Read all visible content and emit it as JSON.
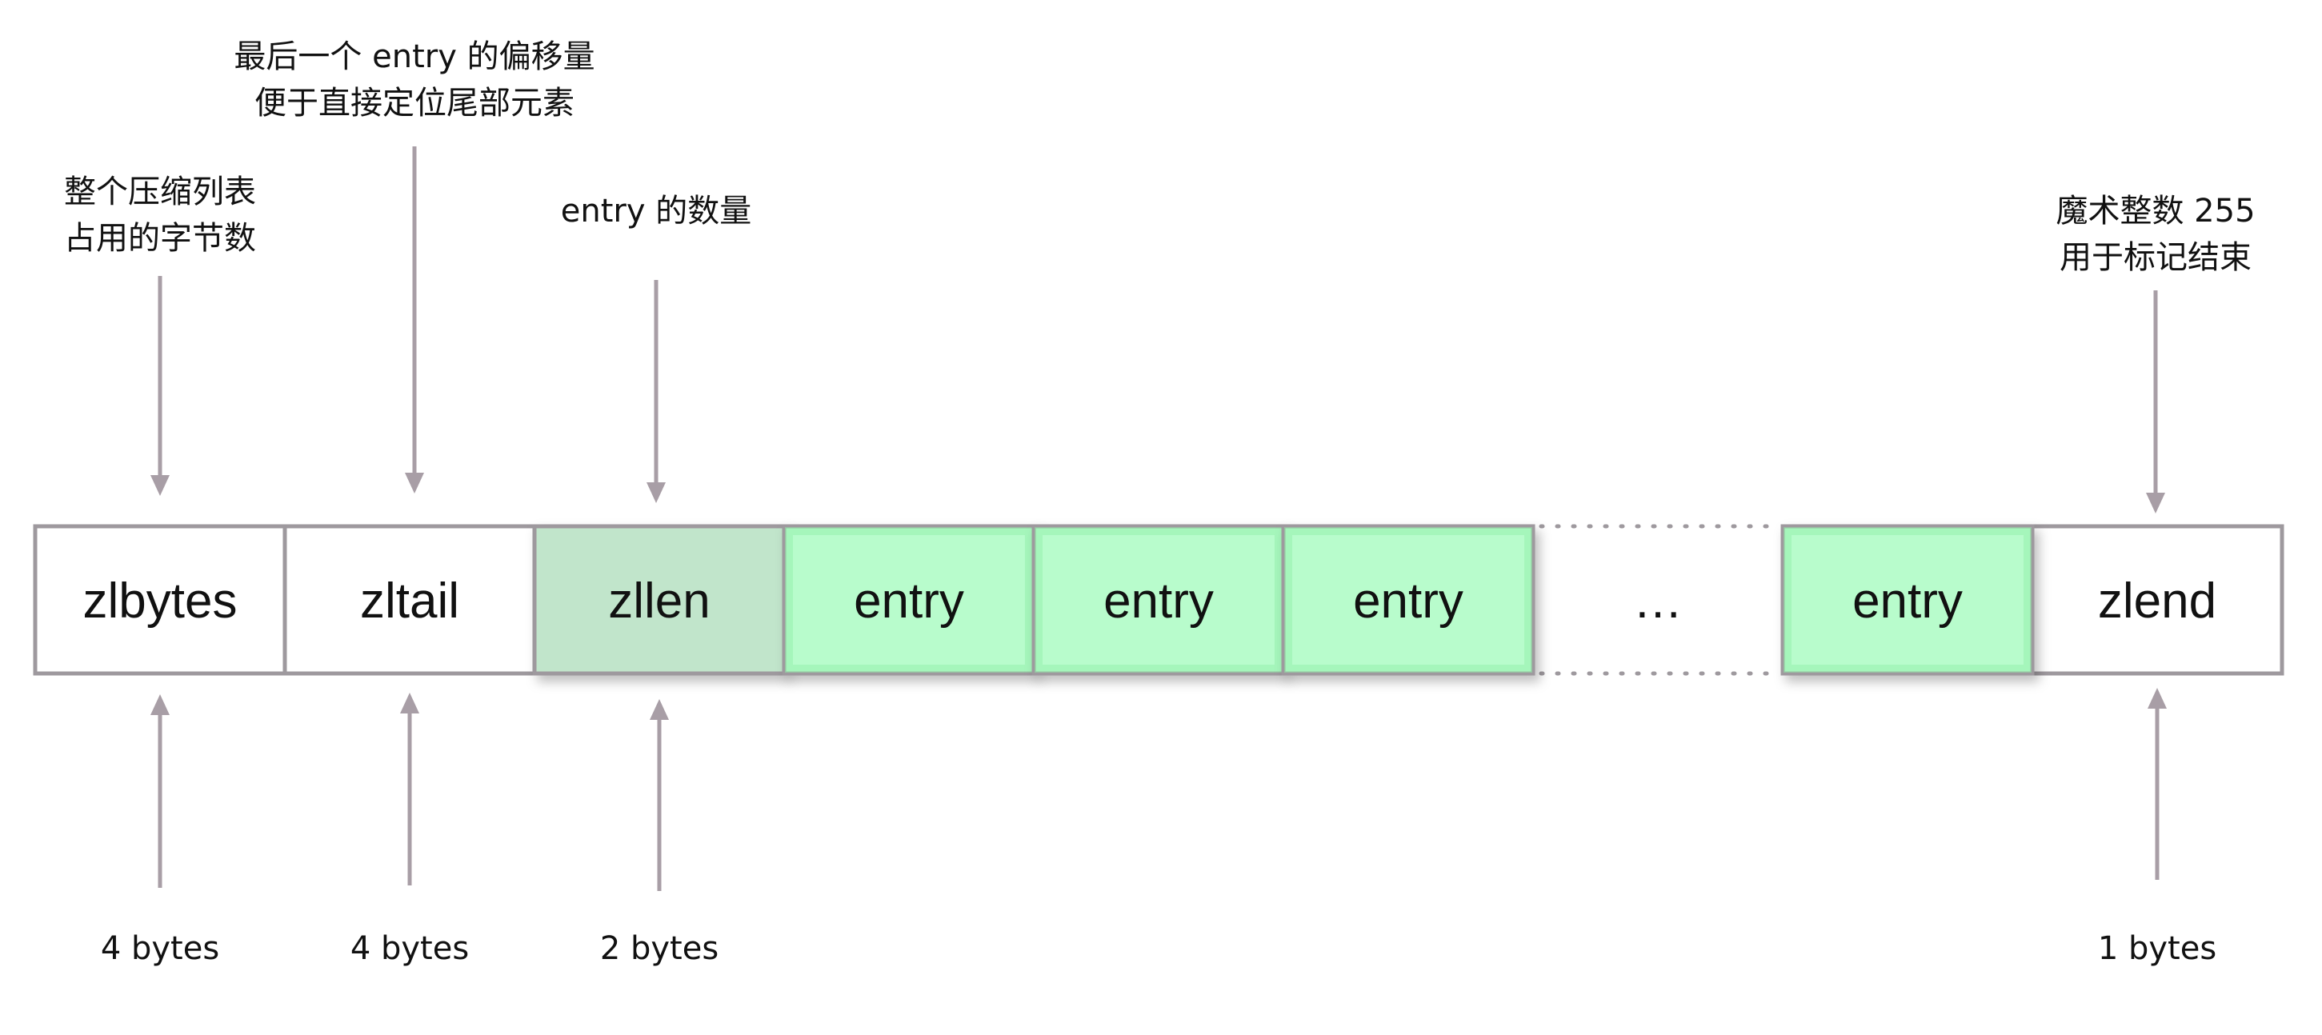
{
  "colors": {
    "plain_fill": "#ffffff",
    "header_green_fill": "#c1e5cb",
    "entry_fill": "#b8fccc",
    "border": "#9e999e",
    "arrow": "#a89ea6",
    "dotted": "#9e999e",
    "text": "#111111"
  },
  "cells": [
    {
      "label": "zlbytes",
      "style": "plain"
    },
    {
      "label": "zltail",
      "style": "plain"
    },
    {
      "label": "zllen",
      "style": "header-green"
    },
    {
      "label": "entry",
      "style": "entry"
    },
    {
      "label": "entry",
      "style": "entry"
    },
    {
      "label": "entry",
      "style": "entry"
    },
    {
      "label": "…",
      "style": "gap"
    },
    {
      "label": "entry",
      "style": "entry"
    },
    {
      "label": "zlend",
      "style": "plain"
    }
  ],
  "top_notes": [
    {
      "target": "zlbytes",
      "lines": [
        "整个压缩列表",
        "占用的字节数"
      ]
    },
    {
      "target": "zltail",
      "lines": [
        "最后一个 entry 的偏移量",
        "便于直接定位尾部元素"
      ]
    },
    {
      "target": "zllen",
      "lines": [
        "entry 的数量"
      ]
    },
    {
      "target": "zlend",
      "lines": [
        "魔术整数 255",
        "用于标记结束"
      ]
    }
  ],
  "bottom_sizes": [
    {
      "target": "zlbytes",
      "label": "4 bytes"
    },
    {
      "target": "zltail",
      "label": "4 bytes"
    },
    {
      "target": "zllen",
      "label": "2 bytes"
    },
    {
      "target": "zlend",
      "label": "1 bytes"
    }
  ]
}
